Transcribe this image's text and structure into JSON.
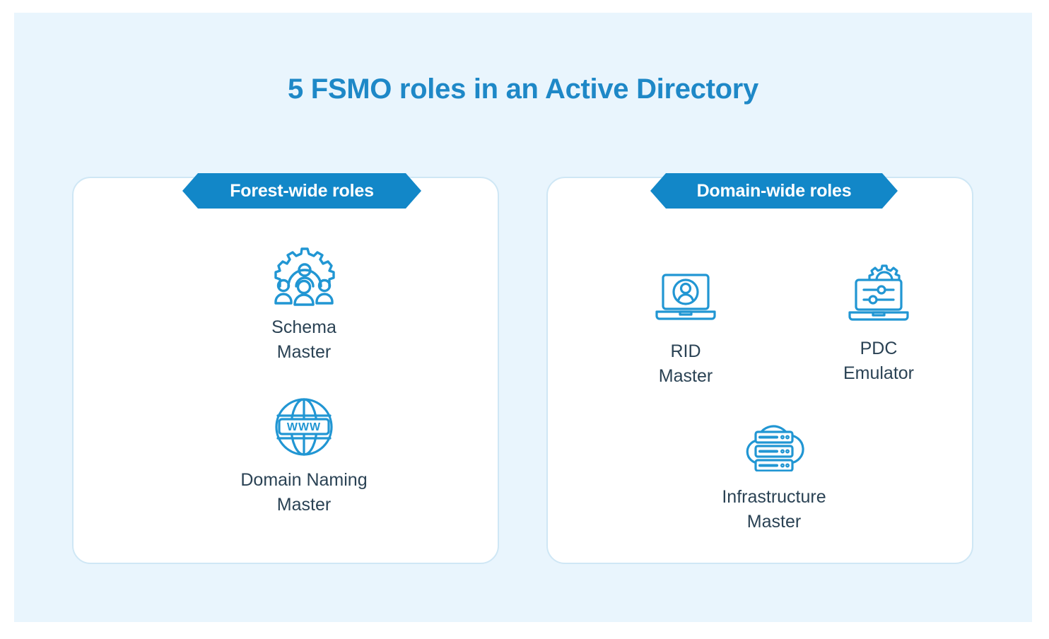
{
  "page": {
    "title": "5 FSMO roles in an Active Directory",
    "background_color": "#e9f5fd",
    "title_color": "#1e88c7",
    "accent_color": "#1287c8",
    "label_color": "#2a4254",
    "card_background": "#ffffff",
    "card_border_color": "#cfe7f5"
  },
  "groups": [
    {
      "id": "forest-wide",
      "banner_label": "Forest-wide roles",
      "roles": [
        {
          "id": "schema-master",
          "label": "Schema\nMaster",
          "icon": "gear-people-icon"
        },
        {
          "id": "domain-naming-master",
          "label": "Domain Naming\nMaster",
          "icon": "globe-www-icon",
          "icon_text": "WWW"
        }
      ]
    },
    {
      "id": "domain-wide",
      "banner_label": "Domain-wide roles",
      "roles": [
        {
          "id": "rid-master",
          "label": "RID\nMaster",
          "icon": "laptop-user-icon"
        },
        {
          "id": "pdc-emulator",
          "label": "PDC\nEmulator",
          "icon": "laptop-settings-gear-icon"
        },
        {
          "id": "infrastructure-master",
          "label": "Infrastructure\nMaster",
          "icon": "cloud-server-icon"
        }
      ]
    }
  ]
}
